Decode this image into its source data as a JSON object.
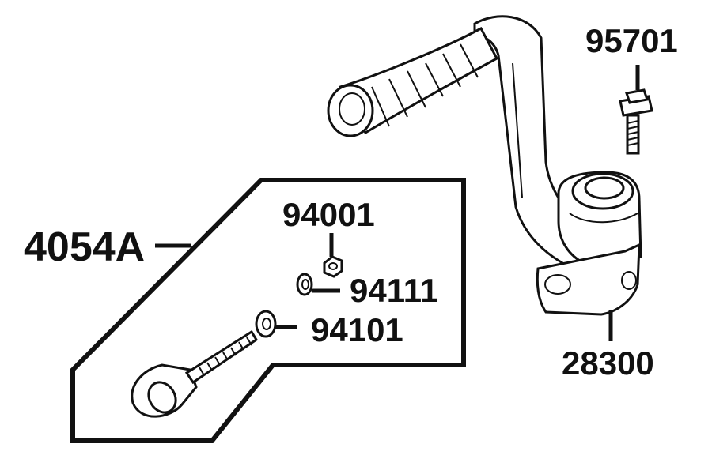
{
  "callouts": {
    "kit": "4054A",
    "kickstarter": "28300",
    "bolt": "95701",
    "nut": "94001",
    "washer_small": "94111",
    "washer_large": "94101"
  }
}
